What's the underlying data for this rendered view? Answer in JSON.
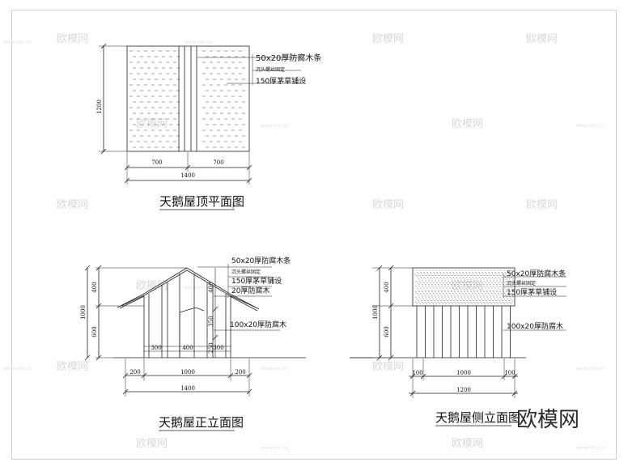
{
  "plan": {
    "title": "天鹅屋顶平面图",
    "dims": {
      "height": "1200",
      "left": "700",
      "right": "700",
      "total": "1400"
    },
    "notes": [
      "50x20厚防腐木条",
      "沉头螺丝固定",
      "150厚茅草铺设"
    ]
  },
  "front": {
    "title": "天鹅屋正立面图",
    "left_dims": {
      "total": "1000",
      "upper": "400",
      "lower": "600"
    },
    "inner_dims": {
      "upper": "400",
      "mid": "350",
      "low": "250"
    },
    "door_dims": [
      "300",
      "400",
      "300"
    ],
    "bottom_dims": {
      "left": "200",
      "mid": "1000",
      "right": "200",
      "total": "1400"
    },
    "notes": [
      "50x20厚防腐木条",
      "沉头螺丝固定",
      "150厚茅草铺设",
      "20厚防腐木",
      "100x20厚防腐木"
    ]
  },
  "side": {
    "title": "天鹅屋侧立面图",
    "left_dims": {
      "total": "1000",
      "upper": "400",
      "lower": "600"
    },
    "bottom_dims": {
      "left": "100",
      "mid": "1000",
      "right": "100",
      "total": "1200"
    },
    "notes": [
      "50x20厚防腐木条",
      "沉头螺丝固定",
      "150厚茅草铺设",
      "100x20厚防腐木"
    ]
  },
  "watermark": {
    "logo": "欧模网",
    "text": "欧模网",
    "url": "www.om.cn"
  }
}
